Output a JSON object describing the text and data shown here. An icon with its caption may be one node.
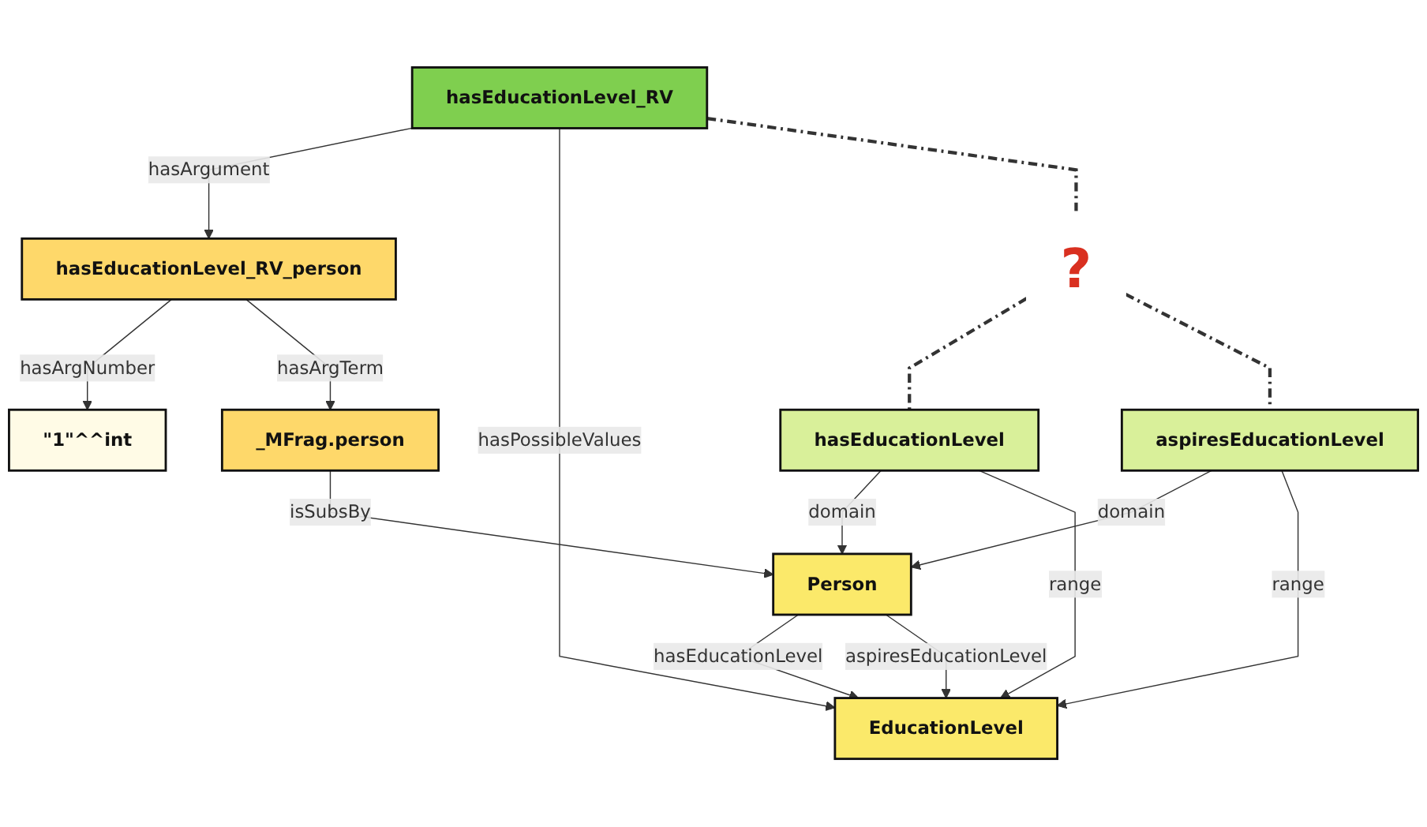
{
  "diagram": {
    "nodes": [
      {
        "text": [
          "\"1\"^^int"
        ]
      },
      {
        "text": [
          "hasEducationLevel_RV"
        ]
      },
      {
        "text": [
          "hasEducationLevel_RV_person"
        ]
      },
      {
        "text": [
          "_MFrag.person"
        ]
      },
      {
        "text": [
          "?"
        ]
      },
      {
        "text": [
          "hasEducationLevel"
        ]
      },
      {
        "text": [
          "aspiresEducationLevel"
        ]
      },
      {
        "text": [
          "Person"
        ]
      },
      {
        "text": [
          "EducationLevel"
        ]
      }
    ],
    "edges": [
      {
        "from": 2,
        "to": 0,
        "arrow": "to",
        "label": "hasArgNumber"
      },
      {
        "from": 1,
        "to": 2,
        "arrow": "to",
        "label": "hasArgument"
      },
      {
        "from": 2,
        "to": 3,
        "arrow": "to",
        "label": "hasArgTerm"
      },
      {
        "from": 1,
        "to": 8,
        "arrow": "to",
        "label": "hasPossibleValues"
      },
      {
        "from": 1,
        "to": 4,
        "arrow": "none",
        "style": "dashed"
      },
      {
        "from": 4,
        "to": 5,
        "arrow": "none",
        "style": "dashed"
      },
      {
        "from": 4,
        "to": 6,
        "arrow": "none",
        "style": "dashed"
      },
      {
        "from": 3,
        "to": 7,
        "arrow": "to",
        "label": "isSubsBy"
      },
      {
        "from": 5,
        "to": 7,
        "arrow": "to",
        "label": "domain"
      },
      {
        "from": 5,
        "to": 8,
        "arrow": "to",
        "label": "range"
      },
      {
        "from": 6,
        "to": 7,
        "arrow": "to",
        "label": "domain"
      },
      {
        "from": 6,
        "to": 8,
        "arrow": "to",
        "label": "range"
      },
      {
        "from": 7,
        "to": 8,
        "arrow": "to",
        "label": "hasEducationLevel"
      },
      {
        "from": 7,
        "to": 8,
        "arrow": "to",
        "label": "aspiresEducationLevel"
      }
    ]
  }
}
